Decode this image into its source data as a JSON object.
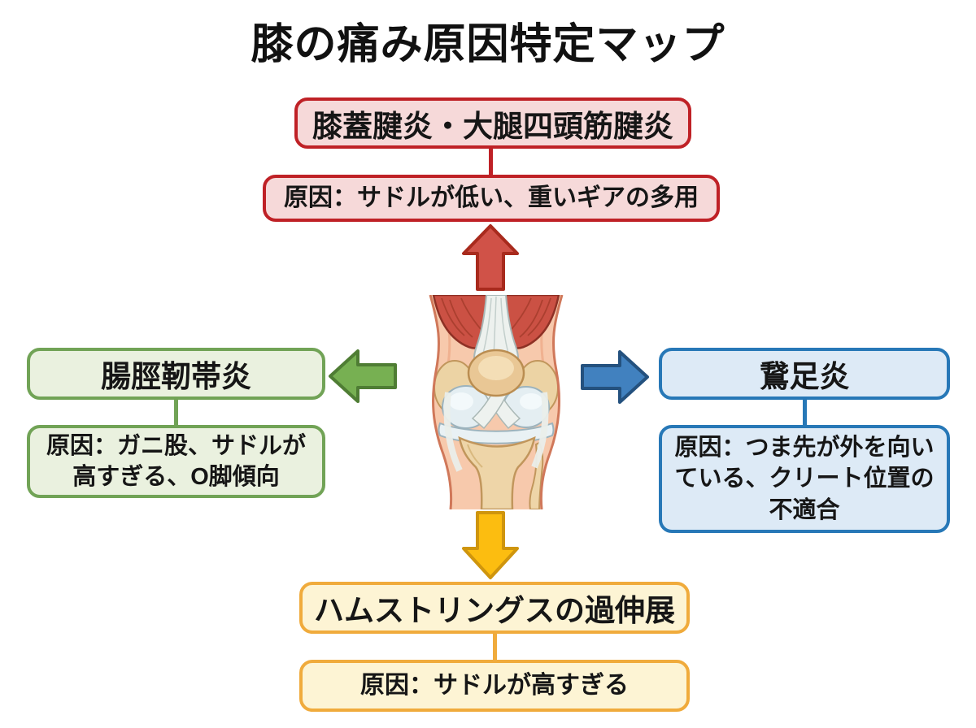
{
  "title": "膝の痛み原因特定マップ",
  "center": {
    "illustration": "knee-anatomy-front-view"
  },
  "nodes": {
    "top": {
      "condition": "膝蓋腱炎・大腿四頭筋腱炎",
      "cause": "原因：サドルが低い、重いギアの多用",
      "box_border_color": "#bf2126",
      "box_fill_color": "#f6d9d9",
      "arrow": {
        "direction": "up",
        "fill": "#d05248",
        "stroke": "#a82a1d"
      }
    },
    "left": {
      "condition": "腸脛靭帯炎",
      "cause": "原因：ガニ股、サドルが高すぎる、O脚傾向",
      "box_border_color": "#71a356",
      "box_fill_color": "#eaf1df",
      "arrow": {
        "direction": "left",
        "fill": "#77b052",
        "stroke": "#4f7d34"
      }
    },
    "right": {
      "condition": "鵞足炎",
      "cause": "原因：つま先が外を向いている、クリート位置の不適合",
      "box_border_color": "#2778b7",
      "box_fill_color": "#ddeaf6",
      "arrow": {
        "direction": "right",
        "fill": "#4181bf",
        "stroke": "#24517e"
      }
    },
    "bottom": {
      "condition": "ハムストリングスの過伸展",
      "cause": "原因：サドルが高すぎる",
      "box_border_color": "#f0ab3c",
      "box_fill_color": "#fdf4d4",
      "arrow": {
        "direction": "down",
        "fill": "#fcbd10",
        "stroke": "#cf950d"
      }
    }
  }
}
